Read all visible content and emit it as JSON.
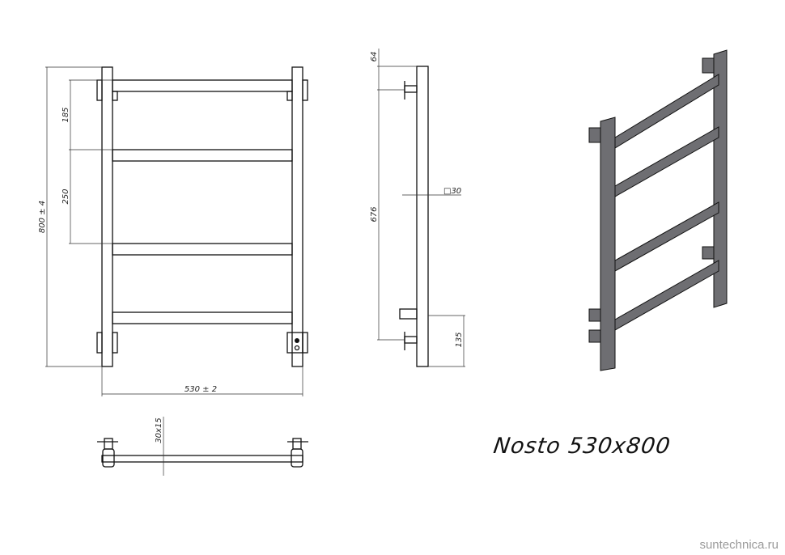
{
  "drawing": {
    "title": "Nosto 530x800",
    "watermark": "suntechnica.ru",
    "front_view": {
      "height_label": "800 ± 4",
      "width_label": "530 ± 2",
      "top_spacing_label": "185",
      "middle_spacing_label": "250",
      "rungs": 4
    },
    "side_view": {
      "top_offset_label": "64",
      "mount_distance_label": "676",
      "profile_label": "□30",
      "bottom_offset_label": "135"
    },
    "top_view": {
      "rung_profile_label": "30x15"
    },
    "iso_view": {
      "fill_color": "#6e6e72",
      "rungs": 4
    }
  }
}
